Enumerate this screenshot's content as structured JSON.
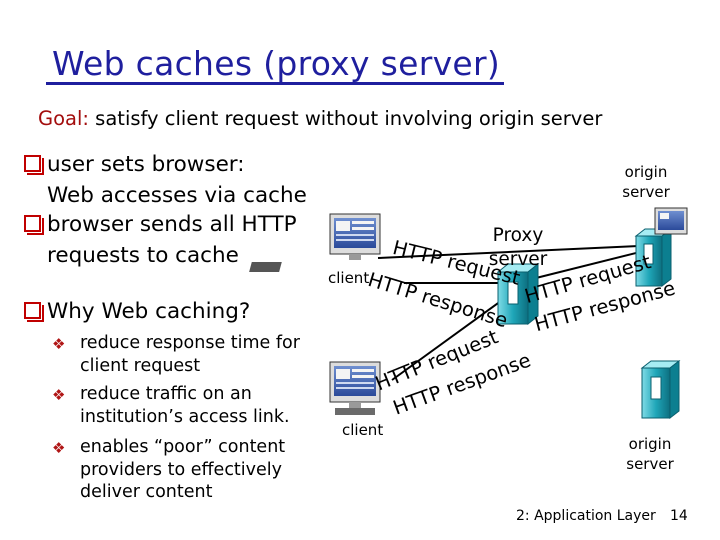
{
  "title": "Web caches (proxy server)",
  "goal": {
    "label": "Goal:",
    "text": " satisfy client request without involving origin server"
  },
  "bullets": [
    {
      "lines": [
        "user sets browser:",
        "Web accesses via cache"
      ]
    },
    {
      "lines": [
        "browser sends all HTTP",
        "requests to cache"
      ]
    },
    {
      "lines": [
        "Why Web caching?"
      ]
    }
  ],
  "sub_bullets": [
    {
      "lines": [
        "reduce response time for",
        "client request"
      ]
    },
    {
      "lines": [
        "reduce traffic on an",
        "institution’s access link."
      ]
    },
    {
      "lines": [
        "enables “poor” content",
        "providers to effectively",
        "deliver content"
      ]
    }
  ],
  "diagram": {
    "proxy_label": [
      "Proxy",
      "server"
    ],
    "client_top_label": "client",
    "client_bottom_label": "client",
    "origin_top_label": [
      "origin",
      "server"
    ],
    "origin_bottom_label": [
      "origin",
      "server"
    ],
    "flow_labels": {
      "top_request": "HTTP request",
      "top_response": "HTTP response",
      "bottom_request": "HTTP request",
      "bottom_response": "HTTP response",
      "origin_request": "HTTP request",
      "origin_response": "HTTP response"
    },
    "icons": [
      "computer-icon",
      "computer-icon",
      "server-tower-icon",
      "server-tower-icon",
      "server-tower-icon"
    ],
    "colors": {
      "title": "#1f1f9e",
      "goal_label": "#a30d0d",
      "bullet_marker": "#c00000",
      "tower": "#1fa6b8",
      "link": "#000000"
    }
  },
  "footer": {
    "chapter": "2: Application Layer",
    "page": "14"
  }
}
